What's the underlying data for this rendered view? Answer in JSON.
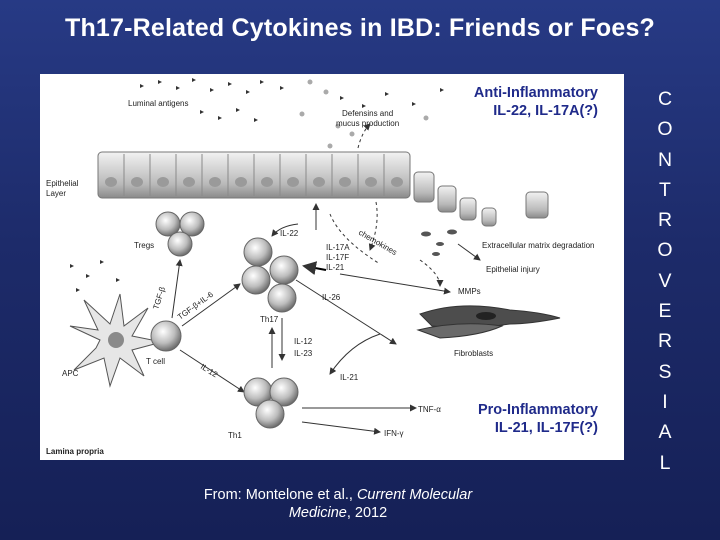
{
  "slide": {
    "title": "Th17-Related Cytokines in IBD: Friends or Foes?",
    "overlay_top": {
      "line1": "Anti-Inflammatory",
      "line2": "IL-22, IL-17A(?)"
    },
    "overlay_bottom": {
      "line1": "Pro-Inflammatory",
      "line2": "IL-21, IL-17F(?)"
    },
    "side_letters": [
      "C",
      "O",
      "N",
      "T",
      "R",
      "O",
      "V",
      "E",
      "R",
      "S",
      "I",
      "A",
      "L"
    ],
    "citation": {
      "prefix": "From: Montelone et al., ",
      "journal": "Current Molecular Medicine",
      "suffix": ", 2012"
    }
  },
  "figure": {
    "labels": {
      "luminal_antigens": "Luminal antigens",
      "defensins": "Defensins and",
      "mucus": "mucus production",
      "epithelial": "Epithelial",
      "layer": "Layer",
      "tregs": "Tregs",
      "il22": "IL-22",
      "il17a": "IL-17A",
      "il17f": "IL-17F",
      "il21_top": "IL-21",
      "il26": "IL-26",
      "chemokines": "chemokines",
      "ecm1": "Extracellular matrix degradation",
      "ecm2": "Epithelial injury",
      "mmps": "MMPs",
      "tgfb": "TGF-β",
      "tgfb_il6": "TGF-β+IL-6",
      "th17": "Th17",
      "apc": "APC",
      "tcell": "T cell",
      "il12": "IL-12",
      "il23": "IL-23",
      "il12_diag": "IL-12",
      "fibroblasts": "Fibroblasts",
      "il21_bottom": "IL-21",
      "tnf": "TNF-α",
      "ifn": "IFN-γ",
      "th1": "Th1",
      "lamina": "Lamina propria"
    }
  }
}
